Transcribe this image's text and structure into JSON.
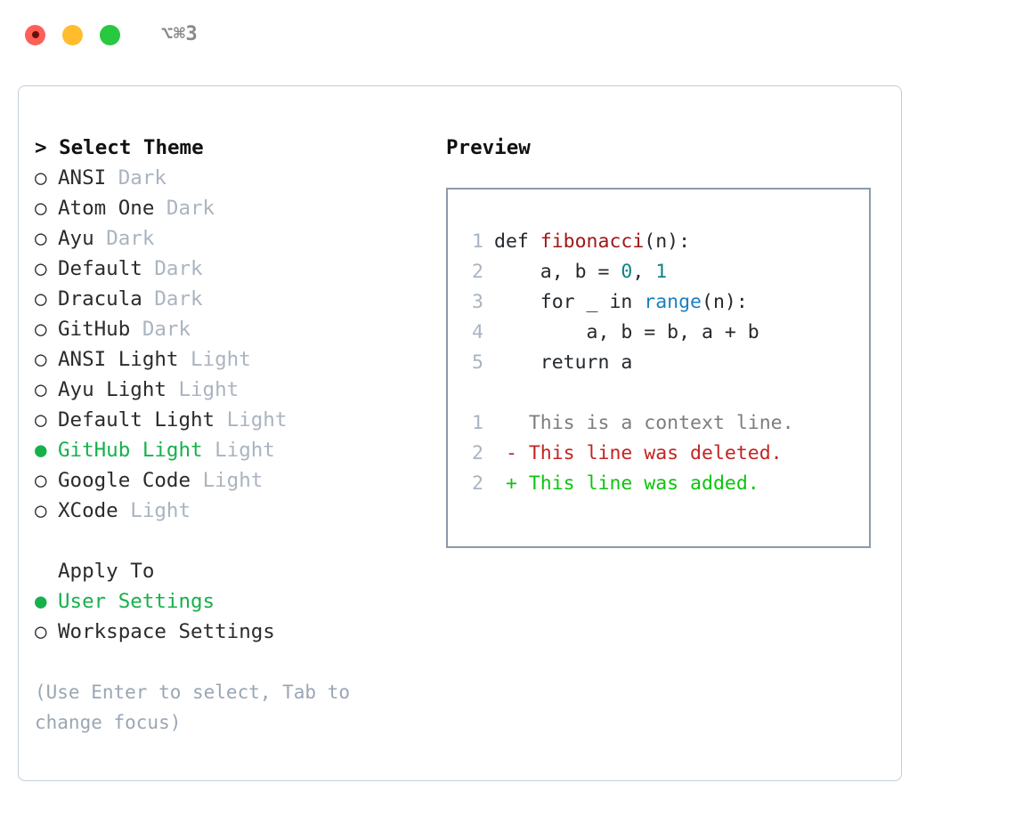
{
  "titlebar": {
    "shortcut": "⌥⌘3",
    "lights": [
      {
        "name": "close",
        "color": "#ff5f57"
      },
      {
        "name": "minimize",
        "color": "#ffbd2e"
      },
      {
        "name": "maximize",
        "color": "#28c840"
      }
    ]
  },
  "theme_list": {
    "header_caret": ">",
    "header": "Select Theme",
    "unselected_marker": "○",
    "selected_marker": "●",
    "accent_color": "#16b14b",
    "suffix_color": "#aab4c0",
    "items": [
      {
        "name": "ANSI",
        "suffix": "Dark",
        "selected": false
      },
      {
        "name": "Atom One",
        "suffix": "Dark",
        "selected": false
      },
      {
        "name": "Ayu",
        "suffix": "Dark",
        "selected": false
      },
      {
        "name": "Default",
        "suffix": "Dark",
        "selected": false
      },
      {
        "name": "Dracula",
        "suffix": "Dark",
        "selected": false
      },
      {
        "name": "GitHub",
        "suffix": "Dark",
        "selected": false
      },
      {
        "name": "ANSI Light",
        "suffix": "Light",
        "selected": false
      },
      {
        "name": "Ayu Light",
        "suffix": "Light",
        "selected": false
      },
      {
        "name": "Default Light",
        "suffix": "Light",
        "selected": false
      },
      {
        "name": "GitHub Light",
        "suffix": "Light",
        "selected": true
      },
      {
        "name": "Google Code",
        "suffix": "Light",
        "selected": false
      },
      {
        "name": "XCode",
        "suffix": "Light",
        "selected": false
      }
    ]
  },
  "apply_to": {
    "header": "Apply To",
    "items": [
      {
        "name": "User Settings",
        "selected": true
      },
      {
        "name": "Workspace Settings",
        "selected": false
      }
    ]
  },
  "hint": "(Use Enter to select, Tab to change focus)",
  "preview": {
    "title": "Preview",
    "code": [
      {
        "num": "1",
        "tokens": [
          {
            "t": "def ",
            "c": "tok-def"
          },
          {
            "t": "fibonacci",
            "c": "tok-fn"
          },
          {
            "t": "(n):",
            "c": "tok-punc"
          }
        ]
      },
      {
        "num": "2",
        "tokens": [
          {
            "t": "    a, b = ",
            "c": "tok-plain"
          },
          {
            "t": "0",
            "c": "tok-num"
          },
          {
            "t": ", ",
            "c": "tok-plain"
          },
          {
            "t": "1",
            "c": "tok-num"
          }
        ]
      },
      {
        "num": "3",
        "tokens": [
          {
            "t": "    for _ in ",
            "c": "tok-plain"
          },
          {
            "t": "range",
            "c": "tok-builtin"
          },
          {
            "t": "(n):",
            "c": "tok-plain"
          }
        ]
      },
      {
        "num": "4",
        "tokens": [
          {
            "t": "        a, b = b, a + b",
            "c": "tok-plain"
          }
        ]
      },
      {
        "num": "5",
        "tokens": [
          {
            "t": "    return a",
            "c": "tok-plain"
          }
        ]
      }
    ],
    "diff": [
      {
        "num": "1",
        "marker": " ",
        "text": "This is a context line.",
        "kind": "diff-ctx"
      },
      {
        "num": "2",
        "marker": "-",
        "text": "This line was deleted.",
        "kind": "diff-del"
      },
      {
        "num": "2",
        "marker": "+",
        "text": "This line was added.",
        "kind": "diff-add"
      }
    ]
  }
}
